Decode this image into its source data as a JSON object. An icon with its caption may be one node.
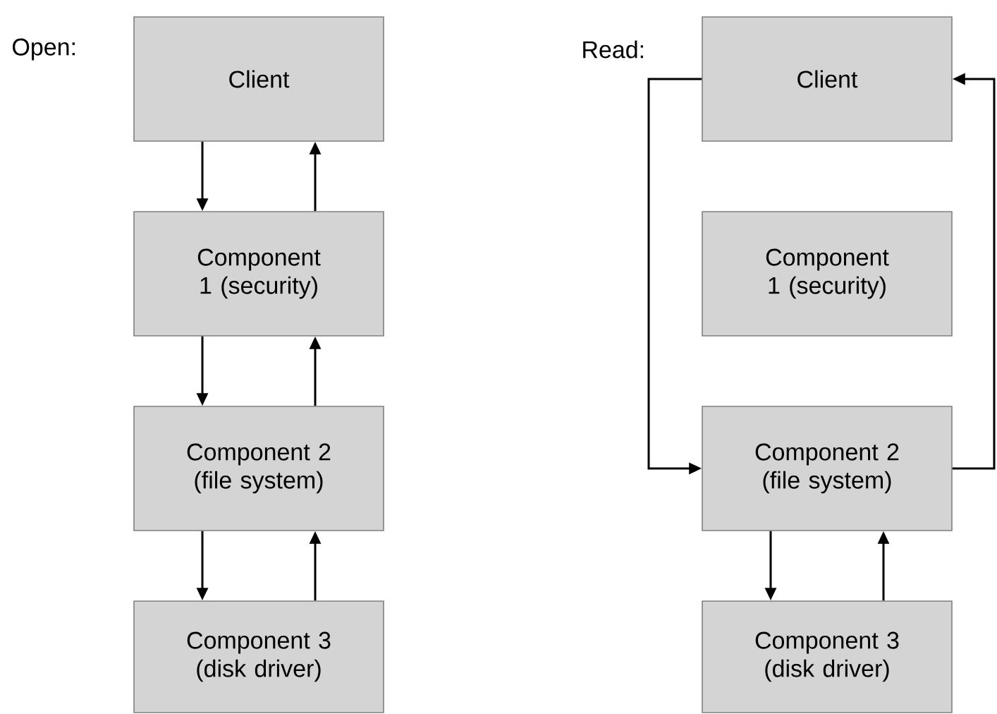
{
  "diagram": {
    "nodes": [
      {
        "text": [
          "Client"
        ]
      },
      {
        "text": [
          "Component 1 (security)"
        ]
      },
      {
        "text": [
          "Component 2 (file system)"
        ]
      },
      {
        "text": [
          "Component 3 (disk driver)"
        ]
      },
      {
        "text": [
          "Client"
        ]
      },
      {
        "text": [
          "Component 1 (security)"
        ]
      },
      {
        "text": [
          "Component 2 (file system)"
        ]
      },
      {
        "text": [
          "Component 3 (disk driver)"
        ]
      }
    ],
    "edges": [
      {
        "from": 0,
        "to": 1,
        "arrow": "to"
      },
      {
        "from": 1,
        "to": 0,
        "arrow": "to"
      },
      {
        "from": 1,
        "to": 2,
        "arrow": "to"
      },
      {
        "from": 2,
        "to": 1,
        "arrow": "to"
      },
      {
        "from": 2,
        "to": 3,
        "arrow": "to"
      },
      {
        "from": 3,
        "to": 2,
        "arrow": "to"
      },
      {
        "from": 4,
        "to": 6,
        "arrow": "to"
      },
      {
        "from": 6,
        "to": 4,
        "arrow": "to"
      },
      {
        "from": 6,
        "to": 7,
        "arrow": "to"
      },
      {
        "from": 7,
        "to": 6,
        "arrow": "to"
      }
    ],
    "labels": [
      "Open:",
      "Read:"
    ]
  }
}
